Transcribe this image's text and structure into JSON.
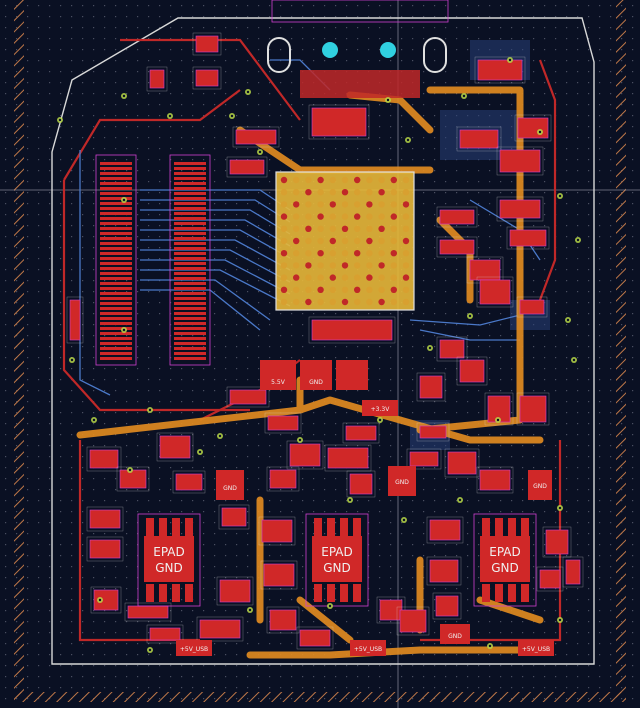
{
  "canvas": {
    "background": "#0a1023",
    "grid_dot": "#5a5e70",
    "outline": "#e8e8e8",
    "courtyard": "#c88050",
    "copper_front": "#d02828",
    "copper_back": "#4070c0",
    "track_orange": "#e08a20",
    "pad_yellow": "#f0c040",
    "silk": "#e0e0e0",
    "fab_magenta": "#d040d0",
    "via_cyan": "#30d0e0"
  },
  "labels": {
    "epad_1": "EPAD",
    "gnd_1": "GND",
    "epad_2": "EPAD",
    "gnd_2": "GND",
    "epad_3": "EPAD",
    "gnd_3": "GND",
    "net_5v": "5.5V",
    "net_gnd_top": "GND",
    "net_gnd_a": "GND",
    "net_gnd_b": "GND",
    "net_gnd_c": "GND",
    "net_gnd_d": "GND",
    "usb_5v_1": "+5V_USB",
    "usb_5v_2": "+5V_USB",
    "usb_5v_3": "+5V_USB",
    "net_33v": "+3.3V"
  }
}
